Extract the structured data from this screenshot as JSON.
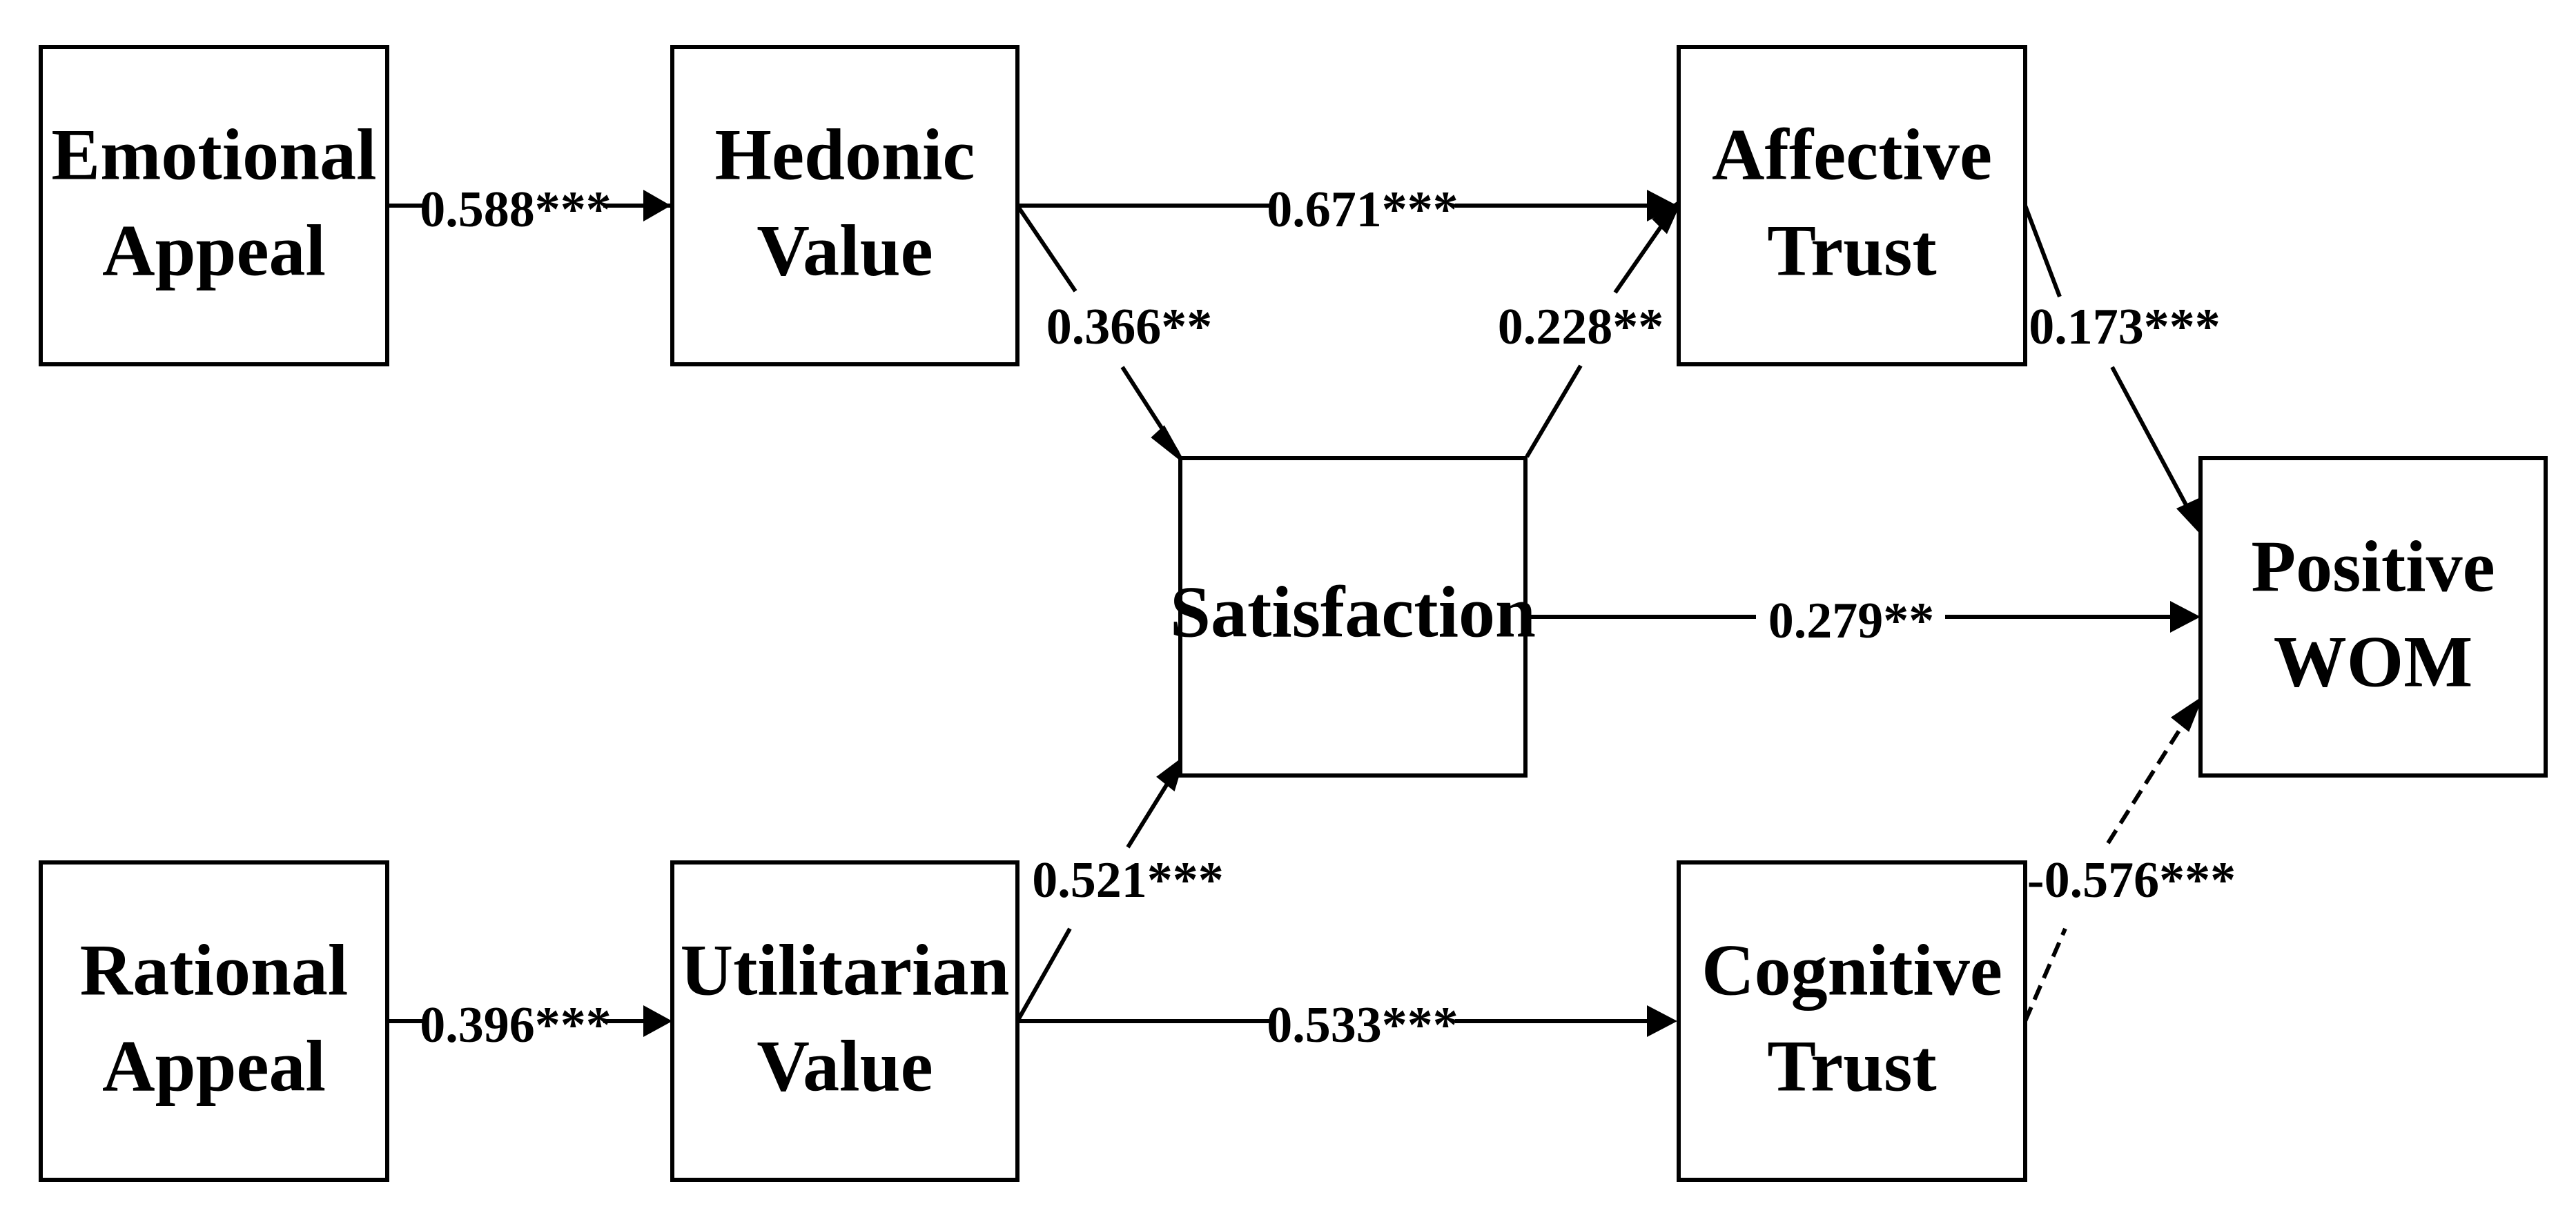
{
  "nodes": {
    "emotional_appeal": {
      "line1": "Emotional",
      "line2": "Appeal"
    },
    "hedonic_value": {
      "line1": "Hedonic",
      "line2": "Value"
    },
    "affective_trust": {
      "line1": "Affective",
      "line2": "Trust"
    },
    "satisfaction": {
      "line1": "Satisfaction"
    },
    "positive_wom": {
      "line1": "Positive",
      "line2": "WOM"
    },
    "rational_appeal": {
      "line1": "Rational",
      "line2": "Appeal"
    },
    "utilitarian_value": {
      "line1": "Utilitarian",
      "line2": "Value"
    },
    "cognitive_trust": {
      "line1": "Cognitive",
      "line2": "Trust"
    }
  },
  "edges": {
    "emotional_to_hedonic": {
      "label": "0.588***",
      "style": "solid"
    },
    "hedonic_to_affective": {
      "label": "0.671***",
      "style": "solid"
    },
    "hedonic_to_satisfaction": {
      "label": "0.366**",
      "style": "solid"
    },
    "satisfaction_to_affective": {
      "label": "0.228**",
      "style": "solid"
    },
    "affective_to_wom": {
      "label": "0.173***",
      "style": "solid"
    },
    "satisfaction_to_wom": {
      "label": "0.279**",
      "style": "solid"
    },
    "rational_to_utilitarian": {
      "label": "0.396***",
      "style": "solid"
    },
    "utilitarian_to_satisfaction": {
      "label": "0.521***",
      "style": "solid"
    },
    "utilitarian_to_cognitive": {
      "label": "0.533***",
      "style": "solid"
    },
    "cognitive_to_wom": {
      "label": "-0.576***",
      "style": "dashed"
    }
  },
  "colors": {
    "stroke": "#000000",
    "background": "#ffffff"
  }
}
